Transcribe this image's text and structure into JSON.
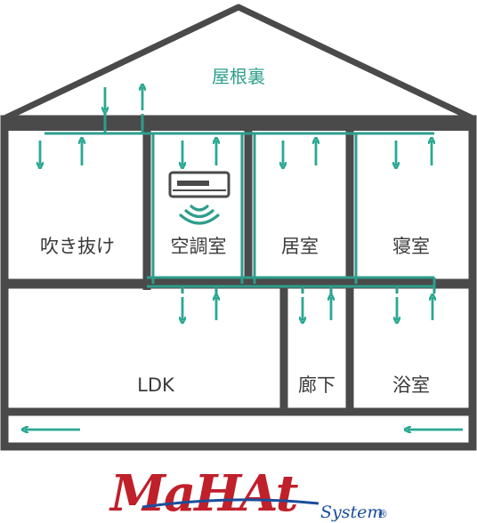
{
  "rooms": {
    "attic": "屋根裏",
    "atrium": "吹き抜け",
    "ac_room": "空調室",
    "living_room": "居室",
    "bedroom": "寝室",
    "ldk": "LDK",
    "hallway": "廊下",
    "bathroom": "浴室"
  },
  "logo": {
    "brand": "MaHAt",
    "suffix": "System",
    "mark": "®"
  },
  "icons": {
    "air_conditioner": "air-conditioner-icon",
    "airflow": "airflow-waves-icon",
    "arrow_down": "arrow-down-icon",
    "arrow_up": "arrow-up-icon",
    "arrow_left": "arrow-left-icon"
  },
  "colors": {
    "wall": "#4a4a4a",
    "duct": "#2e9e8c",
    "arrow": "#2aa892",
    "logo_red": "#c0202a",
    "logo_blue": "#1a4d9c"
  }
}
